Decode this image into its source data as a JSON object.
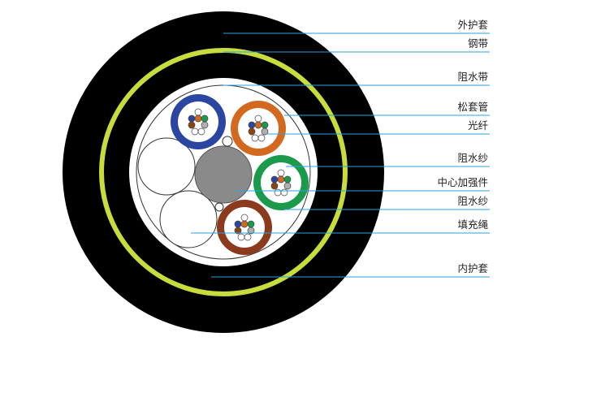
{
  "labels": {
    "outer_sheath": "外护套",
    "steel_tape": "钢带",
    "water_blocking_tape": "阻水带",
    "loose_tube": "松套管",
    "optical_fiber": "光纤",
    "water_blocking_yarn_1": "阻水纱",
    "central_strength_member": "中心加强件",
    "water_blocking_yarn_2": "阻水纱",
    "filler_rope": "填充绳",
    "inner_sheath": "内护套"
  },
  "colors": {
    "outer_sheath": "#000000",
    "steel_tape": "#c8dc3c",
    "leader_line": "#29a3e0",
    "tube_blue": "#2b46a0",
    "tube_orange": "#d2691e",
    "tube_green": "#1a9a4a",
    "tube_brown": "#8b3a1e",
    "central_member": "#888888",
    "filler": "#ffffff"
  },
  "fiber_colors": [
    "#ffffff",
    "#2b46a0",
    "#d2691e",
    "#1a9a4a",
    "#8b4513",
    "#b0b0b0",
    "#ffffff",
    "#ffffff"
  ]
}
